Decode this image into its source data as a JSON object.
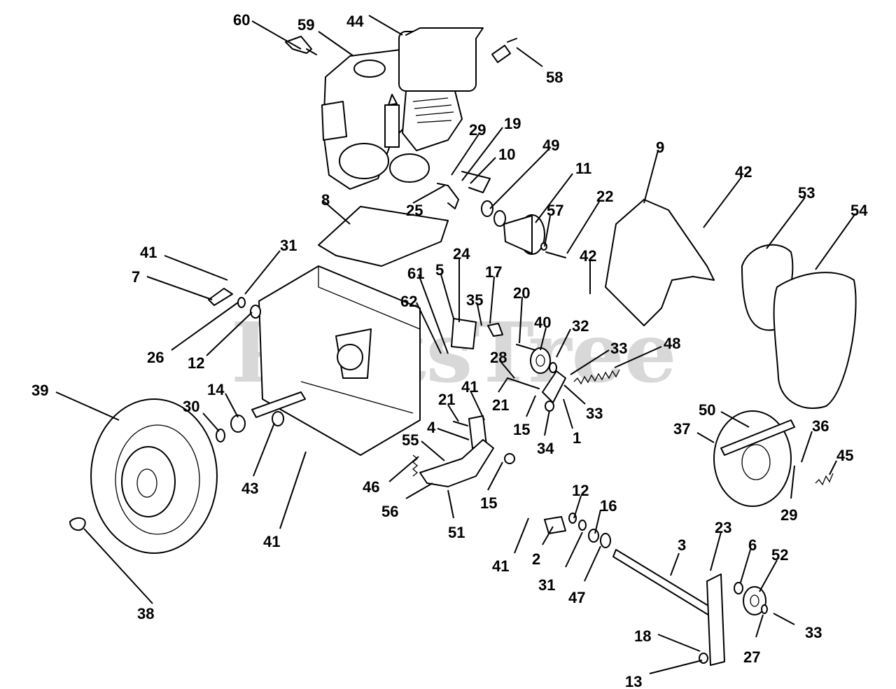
{
  "watermark": "PartsTree",
  "callouts": [
    {
      "label": "60"
    },
    {
      "label": "59"
    },
    {
      "label": "44"
    },
    {
      "label": "58"
    },
    {
      "label": "29"
    },
    {
      "label": "19"
    },
    {
      "label": "10"
    },
    {
      "label": "49"
    },
    {
      "label": "11"
    },
    {
      "label": "9"
    },
    {
      "label": "42"
    },
    {
      "label": "53"
    },
    {
      "label": "54"
    },
    {
      "label": "8"
    },
    {
      "label": "25"
    },
    {
      "label": "57"
    },
    {
      "label": "22"
    },
    {
      "label": "42"
    },
    {
      "label": "41"
    },
    {
      "label": "31"
    },
    {
      "label": "7"
    },
    {
      "label": "26"
    },
    {
      "label": "12"
    },
    {
      "label": "61"
    },
    {
      "label": "5"
    },
    {
      "label": "24"
    },
    {
      "label": "17"
    },
    {
      "label": "62"
    },
    {
      "label": "35"
    },
    {
      "label": "20"
    },
    {
      "label": "40"
    },
    {
      "label": "32"
    },
    {
      "label": "33"
    },
    {
      "label": "48"
    },
    {
      "label": "28"
    },
    {
      "label": "21"
    },
    {
      "label": "21"
    },
    {
      "label": "41"
    },
    {
      "label": "15"
    },
    {
      "label": "1"
    },
    {
      "label": "33"
    },
    {
      "label": "34"
    },
    {
      "label": "39"
    },
    {
      "label": "30"
    },
    {
      "label": "14"
    },
    {
      "label": "43"
    },
    {
      "label": "4"
    },
    {
      "label": "55"
    },
    {
      "label": "46"
    },
    {
      "label": "56"
    },
    {
      "label": "51"
    },
    {
      "label": "15"
    },
    {
      "label": "41"
    },
    {
      "label": "50"
    },
    {
      "label": "37"
    },
    {
      "label": "36"
    },
    {
      "label": "45"
    },
    {
      "label": "29"
    },
    {
      "label": "12"
    },
    {
      "label": "16"
    },
    {
      "label": "41"
    },
    {
      "label": "2"
    },
    {
      "label": "31"
    },
    {
      "label": "47"
    },
    {
      "label": "3"
    },
    {
      "label": "23"
    },
    {
      "label": "6"
    },
    {
      "label": "52"
    },
    {
      "label": "33"
    },
    {
      "label": "38"
    },
    {
      "label": "18"
    },
    {
      "label": "27"
    },
    {
      "label": "13"
    }
  ]
}
